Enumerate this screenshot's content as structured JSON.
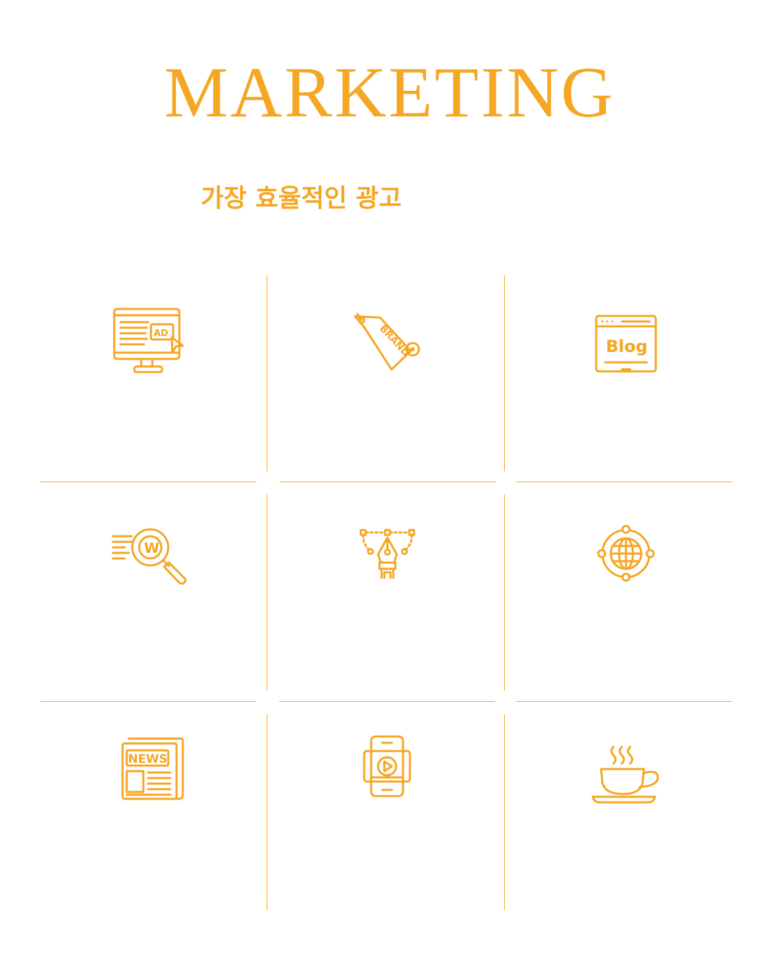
{
  "header": {
    "title": "MARKETING",
    "subtitle": "가장 효율적인 광고"
  },
  "colors": {
    "accent": "#F5A623",
    "background": "#FFFFFF"
  },
  "grid": {
    "icons": [
      {
        "name": "ad-monitor-icon",
        "text": "AD"
      },
      {
        "name": "brand-tag-icon",
        "text": "BRAND"
      },
      {
        "name": "blog-window-icon",
        "text": "Blog"
      },
      {
        "name": "web-search-icon",
        "text": "W"
      },
      {
        "name": "pen-tool-icon",
        "text": ""
      },
      {
        "name": "globe-network-icon",
        "text": ""
      },
      {
        "name": "newspaper-icon",
        "text": "NEWS"
      },
      {
        "name": "mobile-video-icon",
        "text": ""
      },
      {
        "name": "coffee-cup-icon",
        "text": ""
      }
    ]
  }
}
